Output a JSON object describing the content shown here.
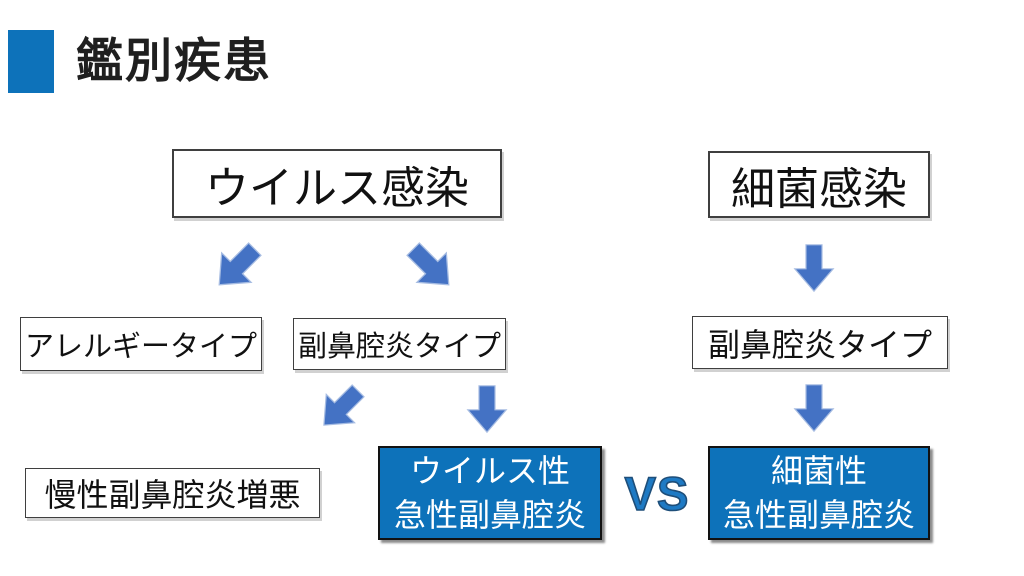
{
  "slide": {
    "title": "鑑別疾患"
  },
  "colors": {
    "accent": "#0d72ba",
    "arrow": "#4472c4",
    "arrow-outline": "#a6bce2",
    "vs-fill": "#1e7ac4",
    "vs-outline": "#1e4e79"
  },
  "boxes": {
    "virus_infection": "ウイルス感染",
    "bacterial_infection": "細菌感染",
    "allergy_type": "アレルギータイプ",
    "sinusitis_type_left": "副鼻腔炎タイプ",
    "sinusitis_type_right": "副鼻腔炎タイプ",
    "chronic_exacerbation": "慢性副鼻腔炎増悪",
    "viral_acute": {
      "line1": "ウイルス性",
      "line2": "急性副鼻腔炎"
    },
    "bacterial_acute": {
      "line1": "細菌性",
      "line2": "急性副鼻腔炎"
    }
  },
  "labels": {
    "vs": "VS"
  }
}
